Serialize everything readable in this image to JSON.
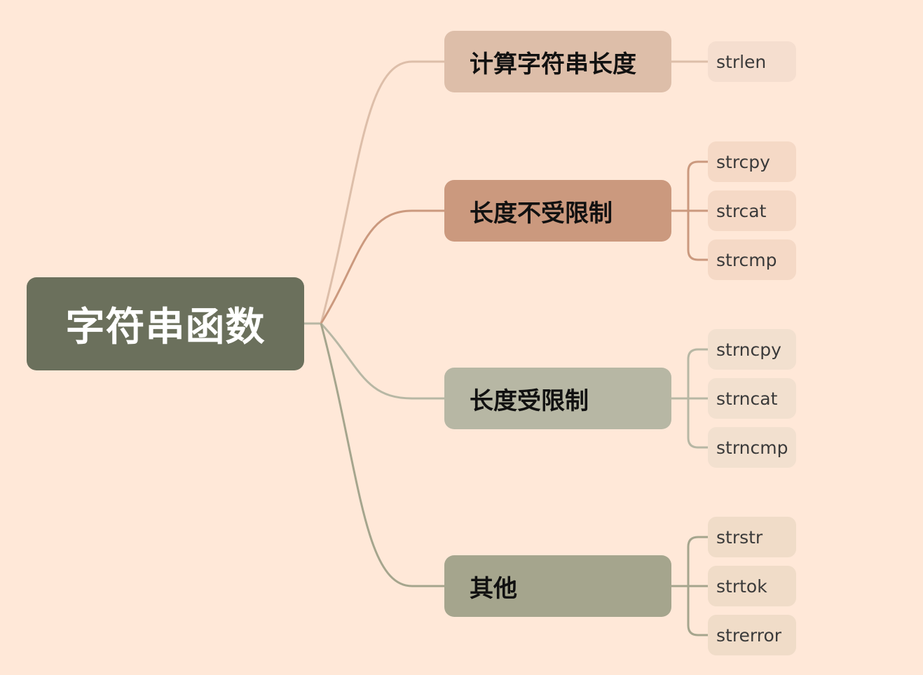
{
  "mindmap": {
    "root": {
      "label": "字符串函数",
      "color": "#6B705C"
    },
    "branches": [
      {
        "label": "计算字符串长度",
        "color": "#DDBEA9",
        "line_color": "#DDBEA9",
        "leaf_color": "#F5DECF",
        "children": [
          "strlen"
        ]
      },
      {
        "label": "长度不受限制",
        "color": "#CB997E",
        "line_color": "#CB997E",
        "leaf_color": "#F5D9C6",
        "children": [
          "strcpy",
          "strcat",
          "strcmp"
        ]
      },
      {
        "label": "长度受限制",
        "color": "#B7B7A4",
        "line_color": "#B7B7A4",
        "leaf_color": "#F2E0CF",
        "children": [
          "strncpy",
          "strncat",
          "strncmp"
        ]
      },
      {
        "label": "其他",
        "color": "#A5A58D",
        "line_color": "#A5A58D",
        "leaf_color": "#F0DCC8",
        "children": [
          "strstr",
          "strtok",
          "strerror"
        ]
      }
    ]
  }
}
